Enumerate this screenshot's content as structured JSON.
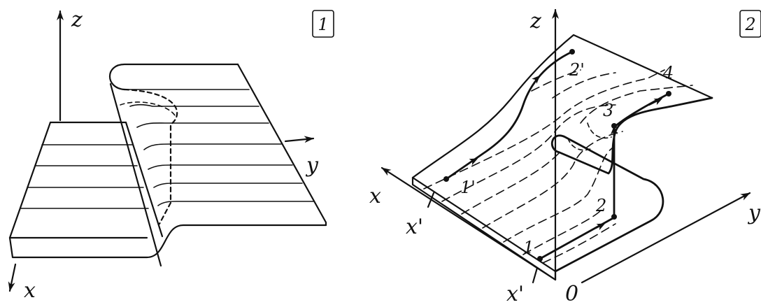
{
  "panel1": {
    "number": "1",
    "axes": {
      "z": "z",
      "y": "y",
      "x": "x"
    }
  },
  "panel2": {
    "number": "2",
    "axes": {
      "z": "z",
      "x": "x",
      "y": "y"
    },
    "ticks": {
      "x_prime": "x'",
      "x_lower": "x'",
      "origin": "0"
    },
    "points": {
      "p1": "1",
      "p1_prime": "1'",
      "p2": "2",
      "p2_prime": "2'",
      "p3": "3",
      "p4": "4"
    }
  }
}
